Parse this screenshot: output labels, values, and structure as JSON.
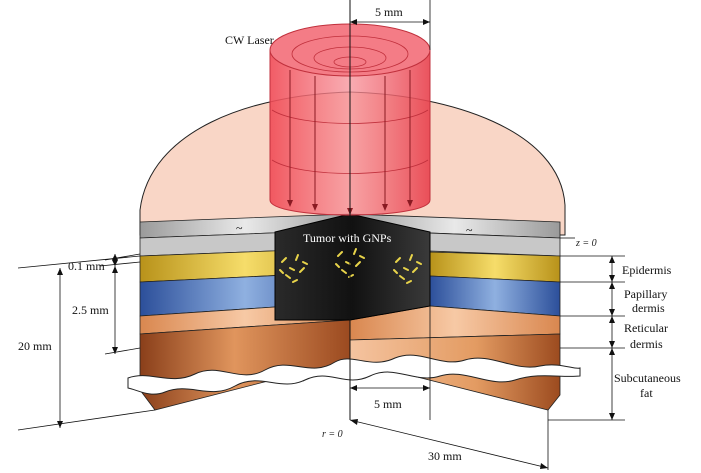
{
  "labels": {
    "laser": "CW Laser",
    "beam_width": "5 mm",
    "tumor": "Tumor with GNPs",
    "z_zero": "z = 0",
    "epidermis": "Epidermis",
    "papillary_1": "Papillary",
    "papillary_2": "dermis",
    "reticular_1": "Reticular",
    "reticular_2": "dermis",
    "subcut_1": "Subcutaneous",
    "subcut_2": "fat",
    "dim_01": "0.1 mm",
    "dim_25": "2.5 mm",
    "dim_20": "20 mm",
    "tumor_radius": "5 mm",
    "r_zero": "r = 0",
    "radius_30": "30 mm",
    "tilde_left": "~",
    "tilde_right": "~"
  },
  "colors": {
    "laser": "#f0555e",
    "top_disc": "#f9d6c6",
    "epidermis_top": "#c9c9c9",
    "epidermis": "#e6c23a",
    "papillary": "#3d63b0",
    "reticular": "#f0b58a",
    "fat": "#c06a35",
    "tumor": "#1c1c1c",
    "gnp": "#e8d44a"
  }
}
